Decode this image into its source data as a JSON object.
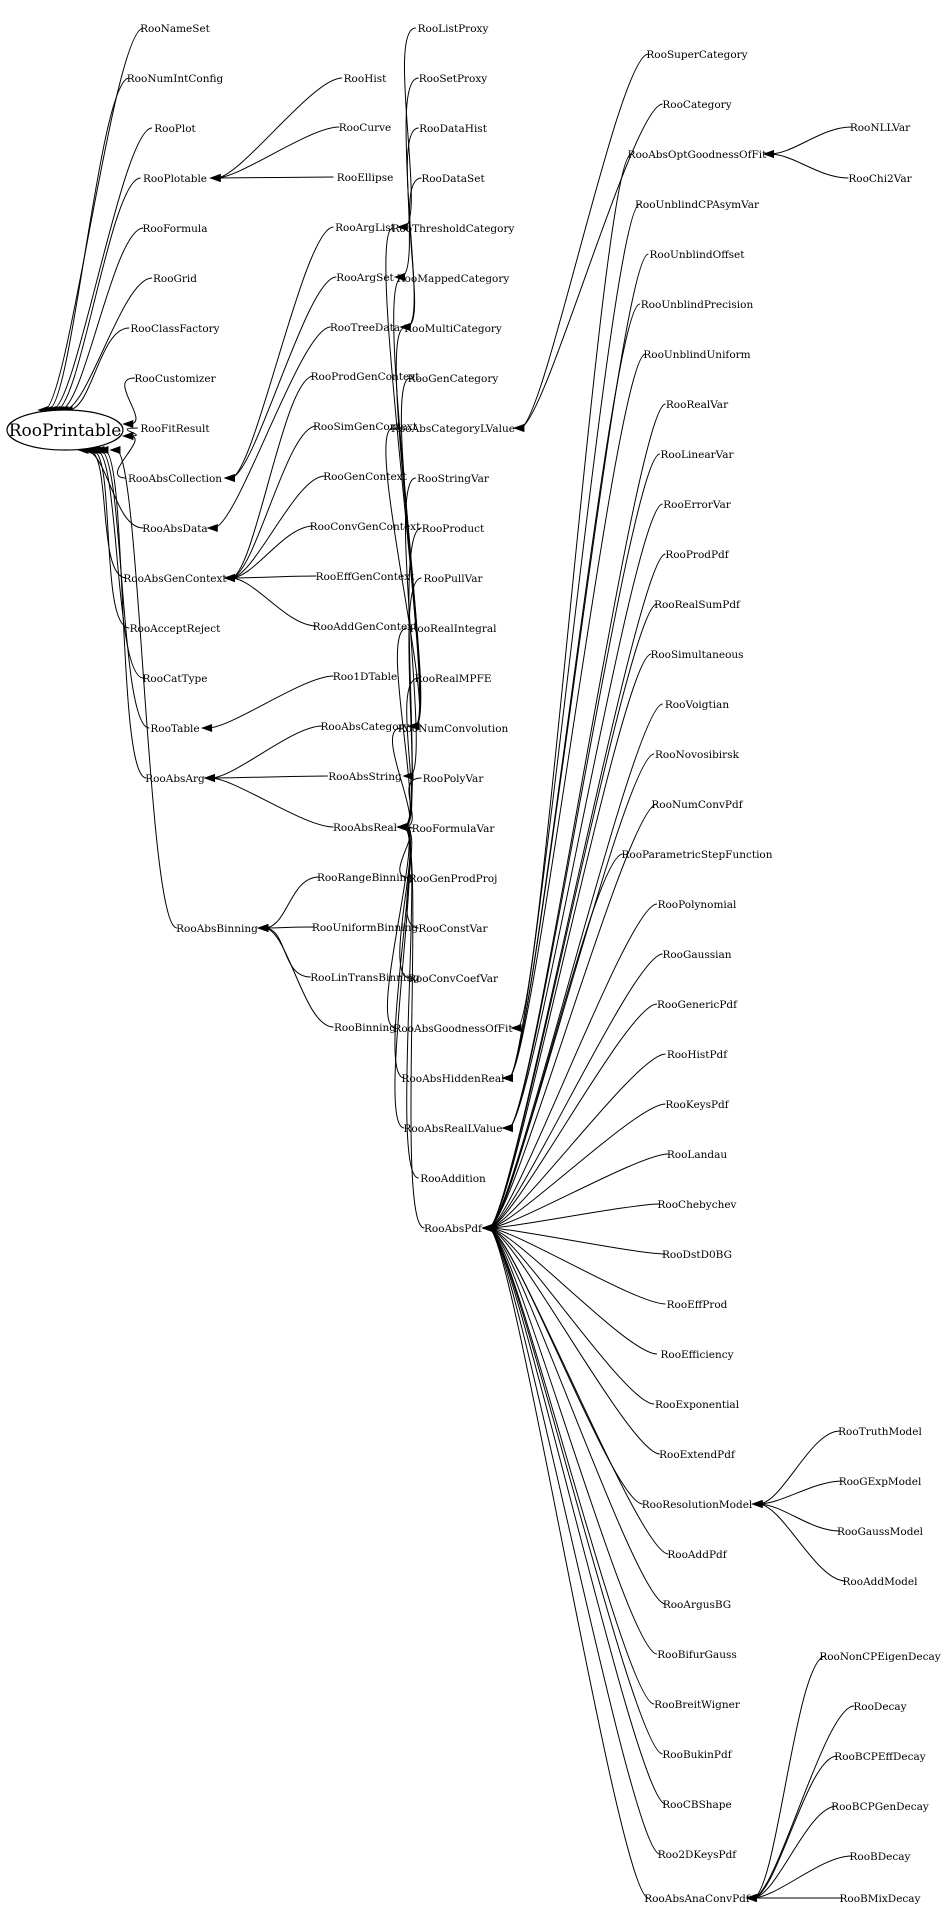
{
  "diagram": {
    "root": "RooPrintable",
    "nodes": [
      {
        "id": "RooNameSet",
        "label": "RooNameSet"
      },
      {
        "id": "RooNumIntConfig",
        "label": "RooNumIntConfig"
      },
      {
        "id": "RooPlot",
        "label": "RooPlot"
      },
      {
        "id": "RooPlotable",
        "label": "RooPlotable"
      },
      {
        "id": "RooFormula",
        "label": "RooFormula"
      },
      {
        "id": "RooGrid",
        "label": "RooGrid"
      },
      {
        "id": "RooClassFactory",
        "label": "RooClassFactory"
      },
      {
        "id": "RooCustomizer",
        "label": "RooCustomizer"
      },
      {
        "id": "RooFitResult",
        "label": "RooFitResult"
      },
      {
        "id": "RooAbsCollection",
        "label": "RooAbsCollection"
      },
      {
        "id": "RooAbsData",
        "label": "RooAbsData"
      },
      {
        "id": "RooAbsGenContext",
        "label": "RooAbsGenContext"
      },
      {
        "id": "RooAcceptReject",
        "label": "RooAcceptReject"
      },
      {
        "id": "RooCatType",
        "label": "RooCatType"
      },
      {
        "id": "RooTable",
        "label": "RooTable"
      },
      {
        "id": "RooAbsArg",
        "label": "RooAbsArg"
      },
      {
        "id": "RooAbsBinning",
        "label": "RooAbsBinning"
      },
      {
        "id": "RooHist",
        "label": "RooHist"
      },
      {
        "id": "RooCurve",
        "label": "RooCurve"
      },
      {
        "id": "RooEllipse",
        "label": "RooEllipse"
      },
      {
        "id": "RooArgList",
        "label": "RooArgList"
      },
      {
        "id": "RooArgSet",
        "label": "RooArgSet"
      },
      {
        "id": "RooTreeData",
        "label": "RooTreeData"
      },
      {
        "id": "RooProdGenContext",
        "label": "RooProdGenContext"
      },
      {
        "id": "RooSimGenContext",
        "label": "RooSimGenContext"
      },
      {
        "id": "RooGenContext",
        "label": "RooGenContext"
      },
      {
        "id": "RooConvGenContext",
        "label": "RooConvGenContext"
      },
      {
        "id": "RooEffGenContext",
        "label": "RooEffGenContext"
      },
      {
        "id": "RooAddGenContext",
        "label": "RooAddGenContext"
      },
      {
        "id": "Roo1DTable",
        "label": "Roo1DTable"
      },
      {
        "id": "RooAbsCategory",
        "label": "RooAbsCategory"
      },
      {
        "id": "RooAbsString",
        "label": "RooAbsString"
      },
      {
        "id": "RooAbsReal",
        "label": "RooAbsReal"
      },
      {
        "id": "RooRangeBinning",
        "label": "RooRangeBinning"
      },
      {
        "id": "RooUniformBinning",
        "label": "RooUniformBinning"
      },
      {
        "id": "RooLinTransBinning",
        "label": "RooLinTransBinning"
      },
      {
        "id": "RooBinning",
        "label": "RooBinning"
      },
      {
        "id": "RooListProxy",
        "label": "RooListProxy"
      },
      {
        "id": "RooSetProxy",
        "label": "RooSetProxy"
      },
      {
        "id": "RooDataHist",
        "label": "RooDataHist"
      },
      {
        "id": "RooDataSet",
        "label": "RooDataSet"
      },
      {
        "id": "RooThresholdCategory",
        "label": "RooThresholdCategory"
      },
      {
        "id": "RooMappedCategory",
        "label": "RooMappedCategory"
      },
      {
        "id": "RooMultiCategory",
        "label": "RooMultiCategory"
      },
      {
        "id": "RooGenCategory",
        "label": "RooGenCategory"
      },
      {
        "id": "RooAbsCategoryLValue",
        "label": "RooAbsCategoryLValue"
      },
      {
        "id": "RooStringVar",
        "label": "RooStringVar"
      },
      {
        "id": "RooProduct",
        "label": "RooProduct"
      },
      {
        "id": "RooPullVar",
        "label": "RooPullVar"
      },
      {
        "id": "RooRealIntegral",
        "label": "RooRealIntegral"
      },
      {
        "id": "RooRealMPFE",
        "label": "RooRealMPFE"
      },
      {
        "id": "RooNumConvolution",
        "label": "RooNumConvolution"
      },
      {
        "id": "RooPolyVar",
        "label": "RooPolyVar"
      },
      {
        "id": "RooFormulaVar",
        "label": "RooFormulaVar"
      },
      {
        "id": "RooGenProdProj",
        "label": "RooGenProdProj"
      },
      {
        "id": "RooConstVar",
        "label": "RooConstVar"
      },
      {
        "id": "RooConvCoefVar",
        "label": "RooConvCoefVar"
      },
      {
        "id": "RooAbsGoodnessOfFit",
        "label": "RooAbsGoodnessOfFit"
      },
      {
        "id": "RooAbsHiddenReal",
        "label": "RooAbsHiddenReal"
      },
      {
        "id": "RooAbsRealLValue",
        "label": "RooAbsRealLValue"
      },
      {
        "id": "RooAddition",
        "label": "RooAddition"
      },
      {
        "id": "RooAbsPdf",
        "label": "RooAbsPdf"
      },
      {
        "id": "RooSuperCategory",
        "label": "RooSuperCategory"
      },
      {
        "id": "RooCategory",
        "label": "RooCategory"
      },
      {
        "id": "RooAbsOptGoodnessOfFit",
        "label": "RooAbsOptGoodnessOfFit"
      },
      {
        "id": "RooUnblindCPAsymVar",
        "label": "RooUnblindCPAsymVar"
      },
      {
        "id": "RooUnblindOffset",
        "label": "RooUnblindOffset"
      },
      {
        "id": "RooUnblindPrecision",
        "label": "RooUnblindPrecision"
      },
      {
        "id": "RooUnblindUniform",
        "label": "RooUnblindUniform"
      },
      {
        "id": "RooRealVar",
        "label": "RooRealVar"
      },
      {
        "id": "RooLinearVar",
        "label": "RooLinearVar"
      },
      {
        "id": "RooErrorVar",
        "label": "RooErrorVar"
      },
      {
        "id": "RooProdPdf",
        "label": "RooProdPdf"
      },
      {
        "id": "RooRealSumPdf",
        "label": "RooRealSumPdf"
      },
      {
        "id": "RooSimultaneous",
        "label": "RooSimultaneous"
      },
      {
        "id": "RooVoigtian",
        "label": "RooVoigtian"
      },
      {
        "id": "RooNovosibirsk",
        "label": "RooNovosibirsk"
      },
      {
        "id": "RooNumConvPdf",
        "label": "RooNumConvPdf"
      },
      {
        "id": "RooParametricStepFunction",
        "label": "RooParametricStepFunction"
      },
      {
        "id": "RooPolynomial",
        "label": "RooPolynomial"
      },
      {
        "id": "RooGaussian",
        "label": "RooGaussian"
      },
      {
        "id": "RooGenericPdf",
        "label": "RooGenericPdf"
      },
      {
        "id": "RooHistPdf",
        "label": "RooHistPdf"
      },
      {
        "id": "RooKeysPdf",
        "label": "RooKeysPdf"
      },
      {
        "id": "RooLandau",
        "label": "RooLandau"
      },
      {
        "id": "RooChebychev",
        "label": "RooChebychev"
      },
      {
        "id": "RooDstD0BG",
        "label": "RooDstD0BG"
      },
      {
        "id": "RooEffProd",
        "label": "RooEffProd"
      },
      {
        "id": "RooEfficiency",
        "label": "RooEfficiency"
      },
      {
        "id": "RooExponential",
        "label": "RooExponential"
      },
      {
        "id": "RooExtendPdf",
        "label": "RooExtendPdf"
      },
      {
        "id": "RooResolutionModel",
        "label": "RooResolutionModel"
      },
      {
        "id": "RooAddPdf",
        "label": "RooAddPdf"
      },
      {
        "id": "RooArgusBG",
        "label": "RooArgusBG"
      },
      {
        "id": "RooBifurGauss",
        "label": "RooBifurGauss"
      },
      {
        "id": "RooBreitWigner",
        "label": "RooBreitWigner"
      },
      {
        "id": "RooBukinPdf",
        "label": "RooBukinPdf"
      },
      {
        "id": "RooCBShape",
        "label": "RooCBShape"
      },
      {
        "id": "Roo2DKeysPdf",
        "label": "Roo2DKeysPdf"
      },
      {
        "id": "RooAbsAnaConvPdf",
        "label": "RooAbsAnaConvPdf"
      },
      {
        "id": "RooNLLVar",
        "label": "RooNLLVar"
      },
      {
        "id": "RooChi2Var",
        "label": "RooChi2Var"
      },
      {
        "id": "RooTruthModel",
        "label": "RooTruthModel"
      },
      {
        "id": "RooGExpModel",
        "label": "RooGExpModel"
      },
      {
        "id": "RooGaussModel",
        "label": "RooGaussModel"
      },
      {
        "id": "RooAddModel",
        "label": "RooAddModel"
      },
      {
        "id": "RooNonCPEigenDecay",
        "label": "RooNonCPEigenDecay"
      },
      {
        "id": "RooDecay",
        "label": "RooDecay"
      },
      {
        "id": "RooBCPEffDecay",
        "label": "RooBCPEffDecay"
      },
      {
        "id": "RooBCPGenDecay",
        "label": "RooBCPGenDecay"
      },
      {
        "id": "RooBDecay",
        "label": "RooBDecay"
      },
      {
        "id": "RooBMixDecay",
        "label": "RooBMixDecay"
      }
    ],
    "edges": [
      [
        "RooNameSet",
        "RooPrintable"
      ],
      [
        "RooNumIntConfig",
        "RooPrintable"
      ],
      [
        "RooPlot",
        "RooPrintable"
      ],
      [
        "RooPlotable",
        "RooPrintable"
      ],
      [
        "RooFormula",
        "RooPrintable"
      ],
      [
        "RooGrid",
        "RooPrintable"
      ],
      [
        "RooClassFactory",
        "RooPrintable"
      ],
      [
        "RooCustomizer",
        "RooPrintable"
      ],
      [
        "RooFitResult",
        "RooPrintable"
      ],
      [
        "RooAbsCollection",
        "RooPrintable"
      ],
      [
        "RooAbsData",
        "RooPrintable"
      ],
      [
        "RooAbsGenContext",
        "RooPrintable"
      ],
      [
        "RooAcceptReject",
        "RooPrintable"
      ],
      [
        "RooCatType",
        "RooPrintable"
      ],
      [
        "RooTable",
        "RooPrintable"
      ],
      [
        "RooAbsArg",
        "RooPrintable"
      ],
      [
        "RooAbsBinning",
        "RooPrintable"
      ],
      [
        "RooHist",
        "RooPlotable"
      ],
      [
        "RooCurve",
        "RooPlotable"
      ],
      [
        "RooEllipse",
        "RooPlotable"
      ],
      [
        "RooArgList",
        "RooAbsCollection"
      ],
      [
        "RooArgSet",
        "RooAbsCollection"
      ],
      [
        "RooTreeData",
        "RooAbsData"
      ],
      [
        "RooProdGenContext",
        "RooAbsGenContext"
      ],
      [
        "RooSimGenContext",
        "RooAbsGenContext"
      ],
      [
        "RooGenContext",
        "RooAbsGenContext"
      ],
      [
        "RooConvGenContext",
        "RooAbsGenContext"
      ],
      [
        "RooEffGenContext",
        "RooAbsGenContext"
      ],
      [
        "RooAddGenContext",
        "RooAbsGenContext"
      ],
      [
        "Roo1DTable",
        "RooTable"
      ],
      [
        "RooAbsCategory",
        "RooAbsArg"
      ],
      [
        "RooAbsString",
        "RooAbsArg"
      ],
      [
        "RooAbsReal",
        "RooAbsArg"
      ],
      [
        "RooRangeBinning",
        "RooAbsBinning"
      ],
      [
        "RooUniformBinning",
        "RooAbsBinning"
      ],
      [
        "RooLinTransBinning",
        "RooAbsBinning"
      ],
      [
        "RooBinning",
        "RooAbsBinning"
      ],
      [
        "RooListProxy",
        "RooArgList"
      ],
      [
        "RooSetProxy",
        "RooArgSet"
      ],
      [
        "RooDataHist",
        "RooTreeData"
      ],
      [
        "RooDataSet",
        "RooTreeData"
      ],
      [
        "RooThresholdCategory",
        "RooAbsCategory"
      ],
      [
        "RooMappedCategory",
        "RooAbsCategory"
      ],
      [
        "RooMultiCategory",
        "RooAbsCategory"
      ],
      [
        "RooGenCategory",
        "RooAbsCategory"
      ],
      [
        "RooAbsCategoryLValue",
        "RooAbsCategory"
      ],
      [
        "RooStringVar",
        "RooAbsString"
      ],
      [
        "RooProduct",
        "RooAbsReal"
      ],
      [
        "RooPullVar",
        "RooAbsReal"
      ],
      [
        "RooRealIntegral",
        "RooAbsReal"
      ],
      [
        "RooRealMPFE",
        "RooAbsReal"
      ],
      [
        "RooNumConvolution",
        "RooAbsReal"
      ],
      [
        "RooPolyVar",
        "RooAbsReal"
      ],
      [
        "RooFormulaVar",
        "RooAbsReal"
      ],
      [
        "RooGenProdProj",
        "RooAbsReal"
      ],
      [
        "RooConstVar",
        "RooAbsReal"
      ],
      [
        "RooConvCoefVar",
        "RooAbsReal"
      ],
      [
        "RooAbsGoodnessOfFit",
        "RooAbsReal"
      ],
      [
        "RooAbsHiddenReal",
        "RooAbsReal"
      ],
      [
        "RooAbsRealLValue",
        "RooAbsReal"
      ],
      [
        "RooAddition",
        "RooAbsReal"
      ],
      [
        "RooAbsPdf",
        "RooAbsReal"
      ],
      [
        "RooSuperCategory",
        "RooAbsCategoryLValue"
      ],
      [
        "RooCategory",
        "RooAbsCategoryLValue"
      ],
      [
        "RooAbsOptGoodnessOfFit",
        "RooAbsGoodnessOfFit"
      ],
      [
        "RooUnblindCPAsymVar",
        "RooAbsHiddenReal"
      ],
      [
        "RooUnblindOffset",
        "RooAbsHiddenReal"
      ],
      [
        "RooUnblindPrecision",
        "RooAbsHiddenReal"
      ],
      [
        "RooUnblindUniform",
        "RooAbsHiddenReal"
      ],
      [
        "RooRealVar",
        "RooAbsRealLValue"
      ],
      [
        "RooLinearVar",
        "RooAbsRealLValue"
      ],
      [
        "RooErrorVar",
        "RooAbsRealLValue"
      ],
      [
        "RooProdPdf",
        "RooAbsPdf"
      ],
      [
        "RooRealSumPdf",
        "RooAbsPdf"
      ],
      [
        "RooSimultaneous",
        "RooAbsPdf"
      ],
      [
        "RooVoigtian",
        "RooAbsPdf"
      ],
      [
        "RooNovosibirsk",
        "RooAbsPdf"
      ],
      [
        "RooNumConvPdf",
        "RooAbsPdf"
      ],
      [
        "RooParametricStepFunction",
        "RooAbsPdf"
      ],
      [
        "RooPolynomial",
        "RooAbsPdf"
      ],
      [
        "RooGaussian",
        "RooAbsPdf"
      ],
      [
        "RooGenericPdf",
        "RooAbsPdf"
      ],
      [
        "RooHistPdf",
        "RooAbsPdf"
      ],
      [
        "RooKeysPdf",
        "RooAbsPdf"
      ],
      [
        "RooLandau",
        "RooAbsPdf"
      ],
      [
        "RooChebychev",
        "RooAbsPdf"
      ],
      [
        "RooDstD0BG",
        "RooAbsPdf"
      ],
      [
        "RooEffProd",
        "RooAbsPdf"
      ],
      [
        "RooEfficiency",
        "RooAbsPdf"
      ],
      [
        "RooExponential",
        "RooAbsPdf"
      ],
      [
        "RooExtendPdf",
        "RooAbsPdf"
      ],
      [
        "RooResolutionModel",
        "RooAbsPdf"
      ],
      [
        "RooAddPdf",
        "RooAbsPdf"
      ],
      [
        "RooArgusBG",
        "RooAbsPdf"
      ],
      [
        "RooBifurGauss",
        "RooAbsPdf"
      ],
      [
        "RooBreitWigner",
        "RooAbsPdf"
      ],
      [
        "RooBukinPdf",
        "RooAbsPdf"
      ],
      [
        "RooCBShape",
        "RooAbsPdf"
      ],
      [
        "Roo2DKeysPdf",
        "RooAbsPdf"
      ],
      [
        "RooAbsAnaConvPdf",
        "RooAbsPdf"
      ],
      [
        "RooNLLVar",
        "RooAbsOptGoodnessOfFit"
      ],
      [
        "RooChi2Var",
        "RooAbsOptGoodnessOfFit"
      ],
      [
        "RooTruthModel",
        "RooResolutionModel"
      ],
      [
        "RooGExpModel",
        "RooResolutionModel"
      ],
      [
        "RooGaussModel",
        "RooResolutionModel"
      ],
      [
        "RooAddModel",
        "RooResolutionModel"
      ],
      [
        "RooNonCPEigenDecay",
        "RooAbsAnaConvPdf"
      ],
      [
        "RooDecay",
        "RooAbsAnaConvPdf"
      ],
      [
        "RooBCPEffDecay",
        "RooAbsAnaConvPdf"
      ],
      [
        "RooBCPGenDecay",
        "RooAbsAnaConvPdf"
      ],
      [
        "RooBDecay",
        "RooAbsAnaConvPdf"
      ],
      [
        "RooBMixDecay",
        "RooAbsAnaConvPdf"
      ]
    ]
  }
}
